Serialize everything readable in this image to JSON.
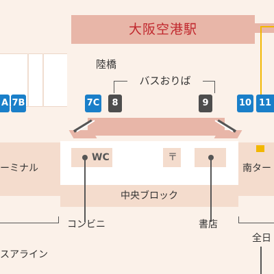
{
  "station": {
    "name": "大阪空港駅"
  },
  "bridge": {
    "label": "陸橋"
  },
  "bus_area": {
    "label": "バスおりば"
  },
  "bus_stops": [
    {
      "label": "A",
      "color": "#1a7fc9"
    },
    {
      "label": "7B",
      "color": "#1a7fc9"
    },
    {
      "label": "7C",
      "color": "#1a7fc9"
    },
    {
      "label": "8",
      "color": "#4d4d4d"
    },
    {
      "label": "9",
      "color": "#4d4d4d"
    },
    {
      "label": "10",
      "color": "#1a7fc9"
    },
    {
      "label": "11",
      "color": "#1a7fc9"
    }
  ],
  "blocks": {
    "left_terminal": "ーミナル",
    "right_terminal": "南ター",
    "central": "中央ブロック"
  },
  "facilities": {
    "wc": "WC",
    "post": "〒"
  },
  "labels": {
    "convenience": "コンビニ",
    "bookstore": "書店",
    "airline_left": "スアライン",
    "airline_right": "全日"
  },
  "colors": {
    "station_fill": "#e8b6a8",
    "station_text": "#c0272d",
    "bus_blue": "#1a7fc9",
    "bus_dark": "#4d4d4d",
    "highlight": "#f2b700"
  }
}
